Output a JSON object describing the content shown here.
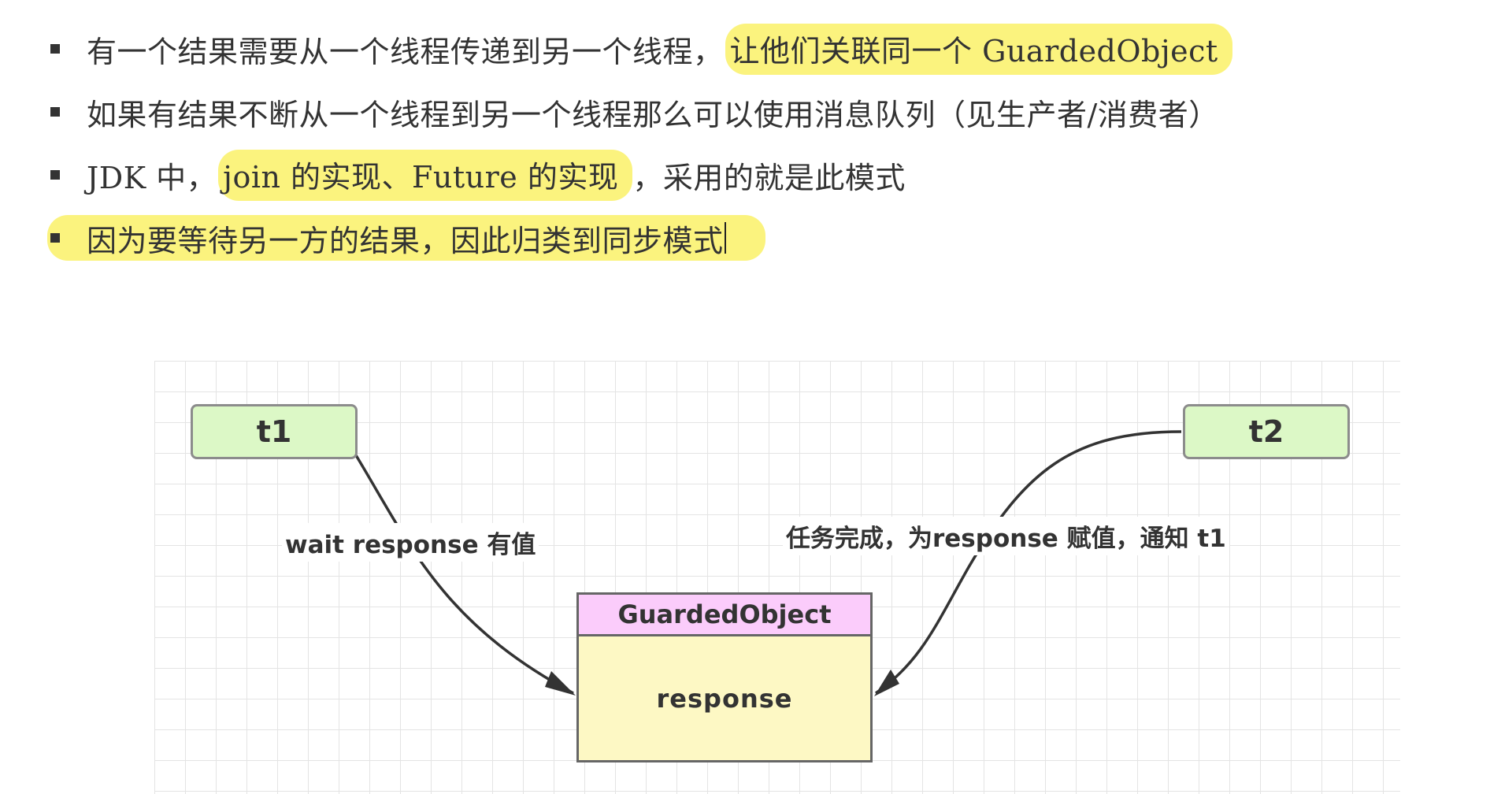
{
  "bullets": [
    {
      "text": "有一个结果需要从一个线程传递到另一个线程，",
      "highlight": "让他们关联同一个 GuardedObject"
    },
    {
      "text": "如果有结果不断从一个线程到另一个线程那么可以使用消息队列（见生产者/消费者）",
      "highlight": ""
    },
    {
      "text": "JDK 中，",
      "highlight": "join 的实现、Future 的实现",
      "after": "，采用的就是此模式"
    },
    {
      "text": "因为要等待另一方的结果，因此归类到同步模式",
      "highlight_full": true
    }
  ],
  "diagram": {
    "nodes": {
      "t1": "t1",
      "t2": "t2",
      "guarded_header": "GuardedObject",
      "guarded_body": "response"
    },
    "edges": {
      "t1_label": "wait response 有值",
      "t2_label": "任务完成，为response 赋值，通知 t1"
    },
    "colors": {
      "thread_fill": "#dcf8c6",
      "header_fill": "#fbccfb",
      "body_fill": "#fdf8c4",
      "highlight": "#fbf37e"
    }
  }
}
